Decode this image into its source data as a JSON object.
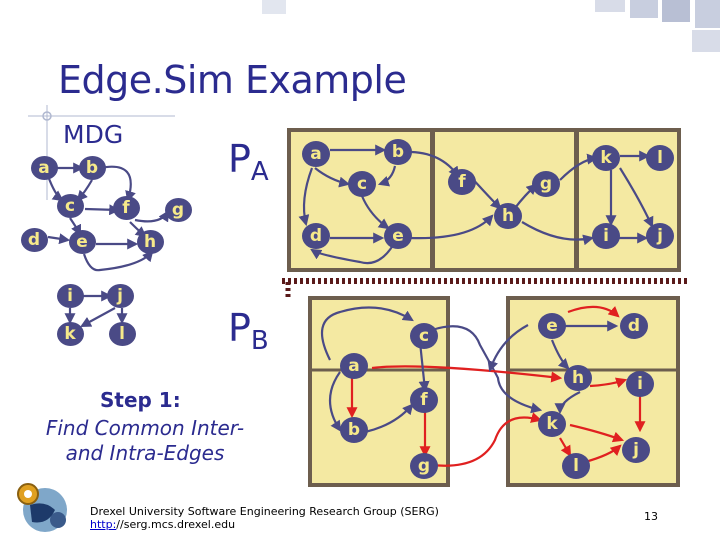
{
  "slide": {
    "title": "Edge.Sim Example",
    "mdg_label": "MDG",
    "pa_label": "P",
    "pa_sub": "A",
    "pb_label": "P",
    "pb_sub": "B",
    "step_label": "Step 1:",
    "step_desc_line1": "Find Common Inter-",
    "step_desc_line2": "and Intra-Edges",
    "footer_line1": "Drexel University Software Engineering Research Group (SERG)",
    "footer_link_prefix": "http:",
    "footer_link_rest": "//serg.mcs.drexel.edu",
    "page_number": "13"
  },
  "colors": {
    "title": "#2b2b8f",
    "node_fill": "#4a4a86",
    "node_text": "#f6e98a",
    "cluster_fill": "#f4e9a2",
    "cluster_border": "#6d5e4e",
    "edge_dark": "#4a4a86",
    "edge_red": "#e02020",
    "divider": "#5a1a1a"
  },
  "mdg": {
    "nodes": [
      {
        "id": "a",
        "label": "a"
      },
      {
        "id": "b",
        "label": "b"
      },
      {
        "id": "c",
        "label": "c"
      },
      {
        "id": "f",
        "label": "f"
      },
      {
        "id": "g",
        "label": "g"
      },
      {
        "id": "d",
        "label": "d"
      },
      {
        "id": "e",
        "label": "e"
      },
      {
        "id": "h",
        "label": "h"
      },
      {
        "id": "i",
        "label": "i"
      },
      {
        "id": "j",
        "label": "j"
      },
      {
        "id": "k",
        "label": "k"
      },
      {
        "id": "l",
        "label": "l"
      }
    ]
  },
  "pa": {
    "nodes": [
      {
        "id": "a",
        "label": "a"
      },
      {
        "id": "b",
        "label": "b"
      },
      {
        "id": "c",
        "label": "c"
      },
      {
        "id": "d",
        "label": "d"
      },
      {
        "id": "e",
        "label": "e"
      },
      {
        "id": "f",
        "label": "f"
      },
      {
        "id": "g",
        "label": "g"
      },
      {
        "id": "h",
        "label": "h"
      },
      {
        "id": "k",
        "label": "k"
      },
      {
        "id": "l",
        "label": "l"
      },
      {
        "id": "i",
        "label": "i"
      },
      {
        "id": "j",
        "label": "j"
      }
    ]
  },
  "pb": {
    "nodes": [
      {
        "id": "c",
        "label": "c"
      },
      {
        "id": "a",
        "label": "a"
      },
      {
        "id": "b",
        "label": "b"
      },
      {
        "id": "f",
        "label": "f"
      },
      {
        "id": "g",
        "label": "g"
      },
      {
        "id": "e",
        "label": "e"
      },
      {
        "id": "d",
        "label": "d"
      },
      {
        "id": "h",
        "label": "h"
      },
      {
        "id": "i",
        "label": "i"
      },
      {
        "id": "k",
        "label": "k"
      },
      {
        "id": "j",
        "label": "j"
      },
      {
        "id": "l",
        "label": "l"
      }
    ]
  }
}
